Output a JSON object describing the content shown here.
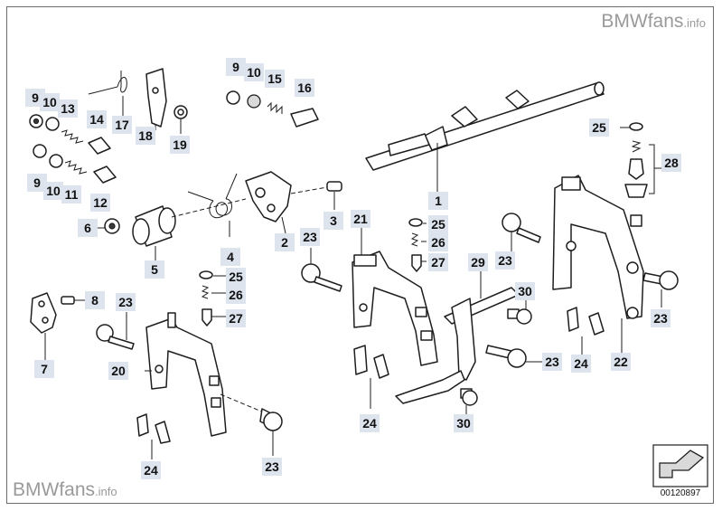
{
  "watermark": {
    "main": "BMWfans",
    "suffix": ".info"
  },
  "drawing_number": "00120897",
  "callouts": {
    "c1": "1",
    "c2": "2",
    "c3": "3",
    "c4": "4",
    "c5": "5",
    "c6": "6",
    "c7": "7",
    "c8": "8",
    "c9a": "9",
    "c9b": "9",
    "c9c": "9",
    "c10a": "10",
    "c10b": "10",
    "c10c": "10",
    "c11": "11",
    "c12": "12",
    "c13": "13",
    "c14": "14",
    "c15": "15",
    "c16": "16",
    "c17": "17",
    "c18": "18",
    "c19": "19",
    "c20": "20",
    "c21": "21",
    "c22": "22",
    "c23a": "23",
    "c23b": "23",
    "c23c": "23",
    "c23d": "23",
    "c23e": "23",
    "c23f": "23",
    "c24a": "24",
    "c24b": "24",
    "c24c": "24",
    "c25a": "25",
    "c25b": "25",
    "c25c": "25",
    "c26a": "26",
    "c26b": "26",
    "c27a": "27",
    "c27b": "27",
    "c28": "28",
    "c29": "29",
    "c30a": "30",
    "c30b": "30"
  }
}
